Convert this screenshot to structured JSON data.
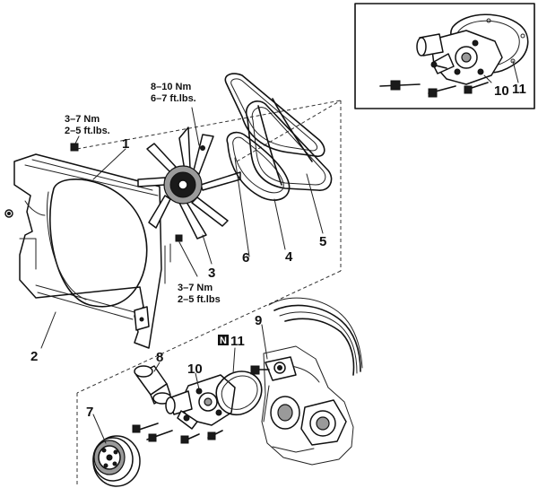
{
  "callouts": {
    "c1": "1",
    "c2": "2",
    "c3": "3",
    "c4": "4",
    "c5": "5",
    "c6": "6",
    "c7": "7",
    "c8": "8",
    "c9": "9",
    "c10_lower": "10",
    "c11_lower": "11",
    "c10_inset": "10",
    "c11_inset": "11",
    "n_mark": "N"
  },
  "torque": {
    "shroud_top_line1": "3–7 Nm",
    "shroud_top_line2": "2–5 ft.lbs.",
    "fan_line1": "8–10 Nm",
    "fan_line2": "6–7 ft.lbs.",
    "shroud_side_line1": "3–7 Nm",
    "shroud_side_line2": "2–5 ft.lbs"
  }
}
